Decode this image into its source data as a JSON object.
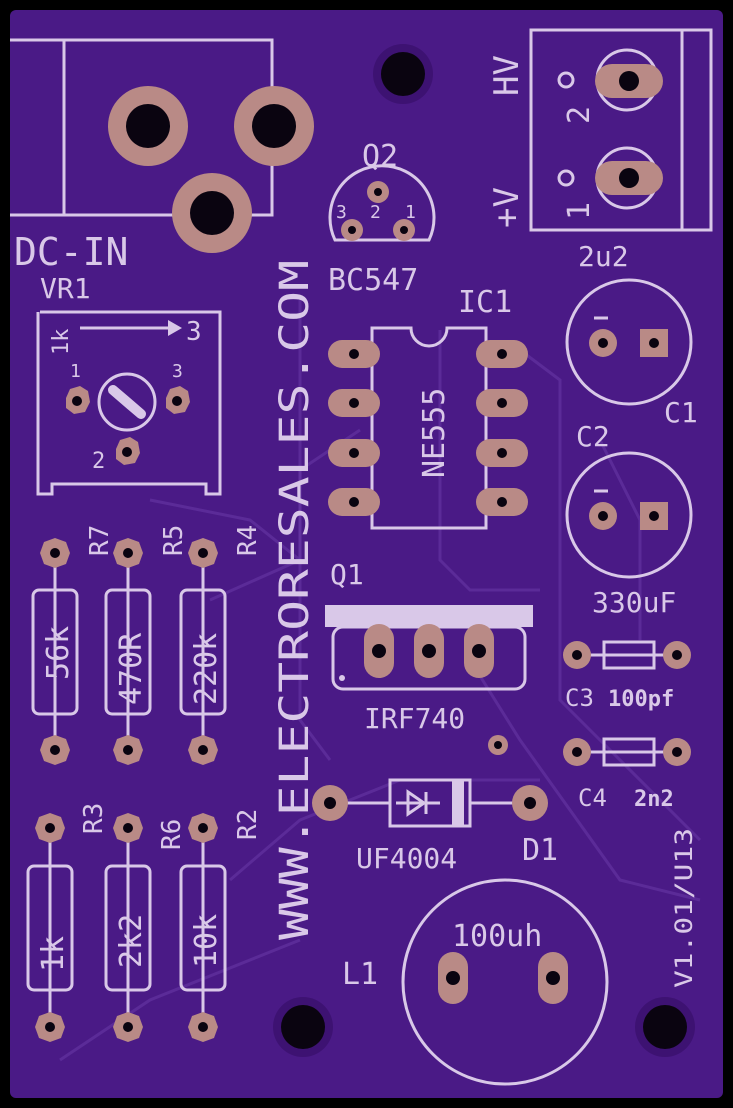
{
  "board": {
    "website": "WWW.ELECTRORESALES.COM",
    "version": "V1.01/U13",
    "colors": {
      "board": "#4a1a86",
      "border": "#000000",
      "silkscreen": "#d9c8e8",
      "pad": "#b98a86",
      "drill": "#0a0410"
    }
  },
  "connectors": {
    "dc_in": {
      "label": "DC-IN"
    },
    "output": {
      "pin2_label": "HV",
      "pin1_label": "+V",
      "pin2_number": "2",
      "pin1_number": "1"
    }
  },
  "components": {
    "vr1": {
      "ref": "VR1",
      "value": "1k",
      "pin1": "1",
      "pin2": "2",
      "pin3": "3",
      "arrow_label": "3"
    },
    "q2": {
      "ref": "Q2",
      "part": "BC547",
      "pins": [
        "3",
        "2",
        "1"
      ]
    },
    "ic1": {
      "ref": "IC1",
      "part": "NE555"
    },
    "c1": {
      "ref": "C1",
      "value": "2u2"
    },
    "c2": {
      "ref": "C2",
      "value": "330uF"
    },
    "c3": {
      "ref": "C3",
      "value": "100pf"
    },
    "c4": {
      "ref": "C4",
      "value": "2n2"
    },
    "q1": {
      "ref": "Q1",
      "part": "IRF740"
    },
    "d1": {
      "ref": "D1",
      "part": "UF4004"
    },
    "l1": {
      "ref": "L1",
      "value": "100uh"
    },
    "r7": {
      "ref": "R7",
      "value": "56k"
    },
    "r5": {
      "ref": "R5",
      "value": "470R"
    },
    "r4": {
      "ref": "R4",
      "value": "220k"
    },
    "r3": {
      "ref": "R3",
      "value": "1k"
    },
    "r6": {
      "ref": "R6",
      "value": "2k2"
    },
    "r2": {
      "ref": "R2",
      "value": "10k"
    }
  }
}
